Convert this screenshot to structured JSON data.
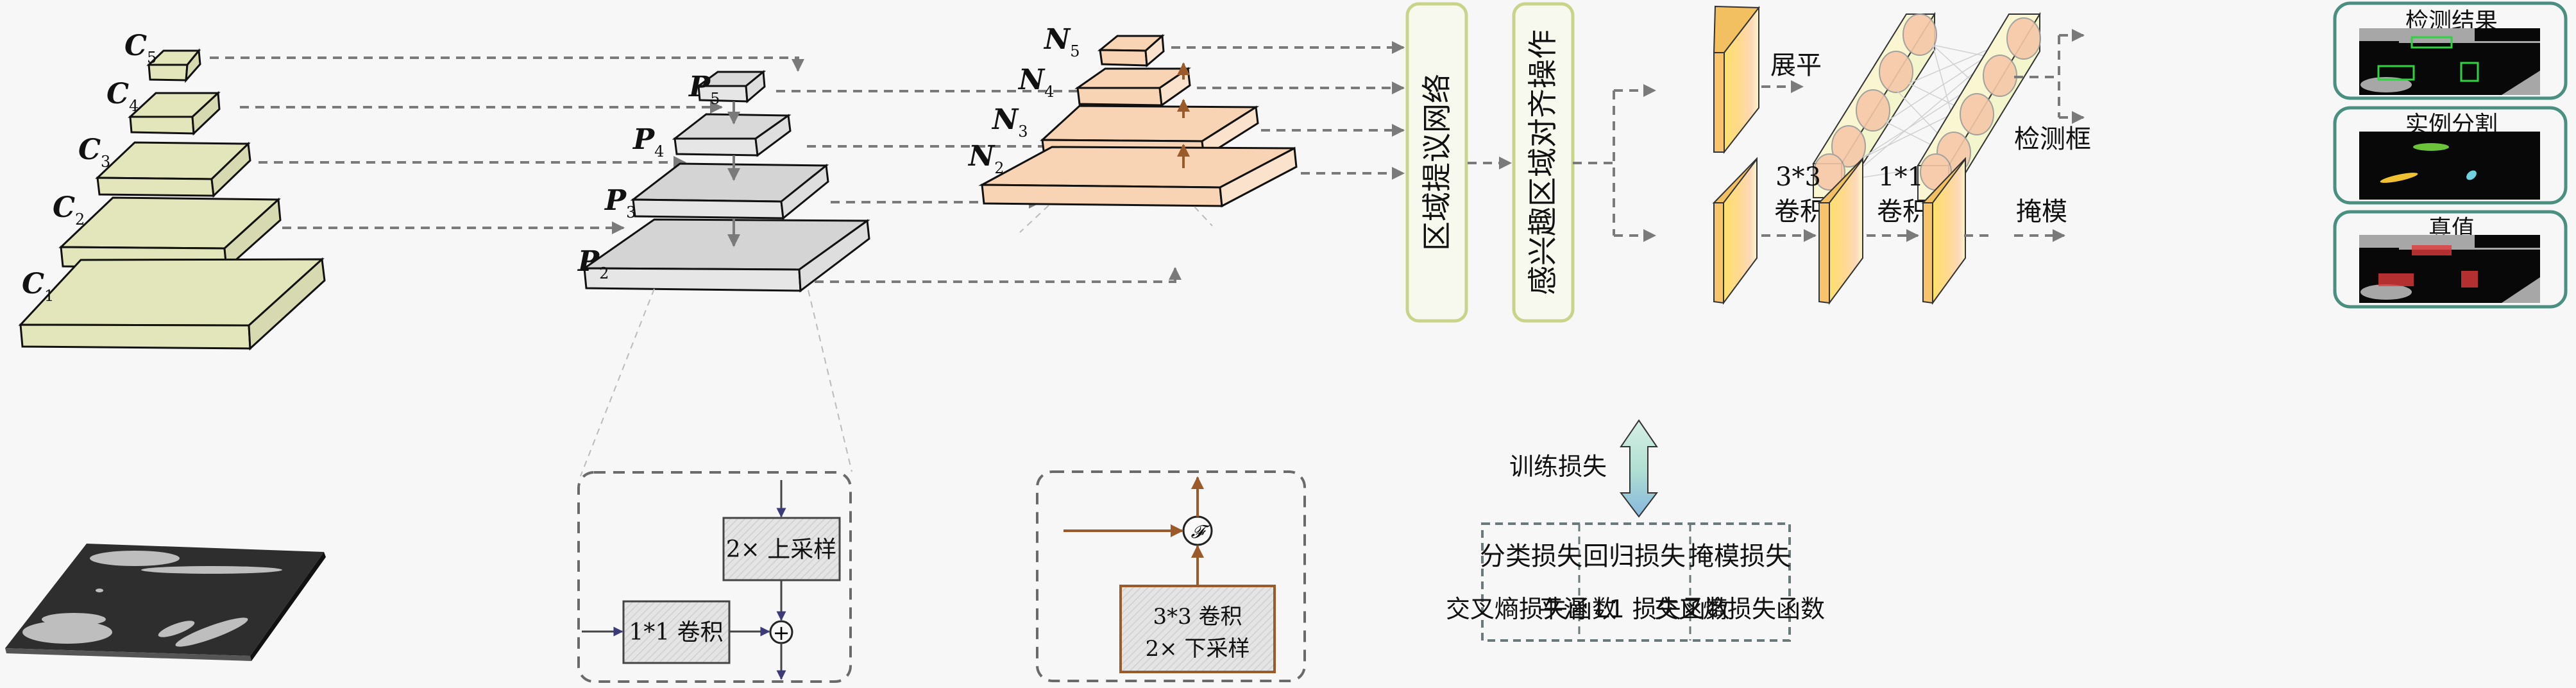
{
  "colors": {
    "background": "#f7f7f7",
    "c_layer": "#e3e6ba",
    "c_layer_side": "#d3d6a8",
    "p_layer": "#dcdcdc",
    "p_layer_side": "#e6e6e6",
    "n_layer": "#f8d4b4",
    "n_layer_side": "#fbe2cc",
    "dashed_arrow": "#7a7a7a",
    "module_border": "#c9d48a",
    "module_fill": "#f8f9ee",
    "feature_map": "#ffd98a",
    "feature_map_front": "#fde06a",
    "output_border": "#4a8f80",
    "loss_border": "#4aa88e",
    "loss_arrow_top": "#bde7de",
    "loss_arrow_bottom": "#8fbde0",
    "brown_arrow": "#9a5a2a",
    "navy_arrow": "#3c3a78"
  },
  "backbone": {
    "labels": [
      {
        "main": "C",
        "sub": "5"
      },
      {
        "main": "C",
        "sub": "4"
      },
      {
        "main": "C",
        "sub": "3"
      },
      {
        "main": "C",
        "sub": "2"
      },
      {
        "main": "C",
        "sub": "1"
      }
    ]
  },
  "fpn": {
    "labels": [
      {
        "main": "P",
        "sub": "5"
      },
      {
        "main": "P",
        "sub": "4"
      },
      {
        "main": "P",
        "sub": "3"
      },
      {
        "main": "P",
        "sub": "2"
      }
    ],
    "detail": {
      "upsample_label": "2× 上采样",
      "conv_label": "1*1 卷积",
      "add_symbol": "+"
    }
  },
  "pan": {
    "labels": [
      {
        "main": "N",
        "sub": "5"
      },
      {
        "main": "N",
        "sub": "4"
      },
      {
        "main": "N",
        "sub": "3"
      },
      {
        "main": "N",
        "sub": "2"
      }
    ],
    "detail": {
      "fusion_symbol": "𝓕",
      "conv_line1": "3*3 卷积",
      "conv_line2": "2× 下采样"
    }
  },
  "modules": {
    "rpn": "区域提议网络",
    "roi_align": "感兴趣区域对齐操作"
  },
  "heads": {
    "flatten_label": "展平",
    "bbox_label": "检测框",
    "conv33_line1": "3*3",
    "conv33_line2": "卷积",
    "conv11_line1": "1*1",
    "conv11_line2": "卷积",
    "mask_label": "掩模"
  },
  "loss": {
    "title": "训练损失",
    "items": [
      {
        "name": "分类损失",
        "func": "交叉熵损失函数"
      },
      {
        "name": "回归损失",
        "func": "平滑  L1 损失函数"
      },
      {
        "name": "掩模损失",
        "func": "交叉熵损失函数"
      }
    ]
  },
  "outputs": [
    {
      "title": "检测结果",
      "kind": "detection"
    },
    {
      "title": "实例分割",
      "kind": "segmentation"
    },
    {
      "title": "真值",
      "kind": "ground-truth"
    }
  ]
}
